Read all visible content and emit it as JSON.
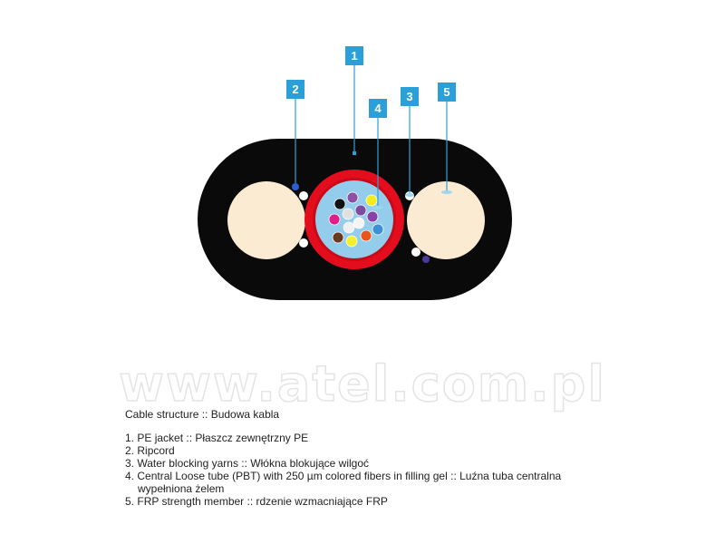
{
  "watermark": "www.atel.com.pl",
  "callouts": [
    "1",
    "2",
    "3",
    "4",
    "5"
  ],
  "legend": {
    "title": "Cable structure :: Budowa kabla",
    "items": [
      {
        "num": "1.",
        "text": "PE jacket  ::  Płaszcz zewnętrzny PE",
        "cont": ""
      },
      {
        "num": "2.",
        "text": "Ripcord",
        "cont": ""
      },
      {
        "num": "3.",
        "text": "Water blocking yarns  ::  Włókna blokujące wilgoć",
        "cont": ""
      },
      {
        "num": "4.",
        "text": "Central Loose tube (PBT) with 250 µm colored fibers in filling gel ::  Luźna tuba centralna",
        "cont": "wypełniona żelem"
      },
      {
        "num": "5.",
        "text": "FRP strength member :: rdzenie wzmacniające FRP",
        "cont": ""
      }
    ]
  },
  "colors": {
    "jacket": "#0a0a0a",
    "strength_member": "#fbebd3",
    "loose_tube": "#e30d1e",
    "filling_gel": "#94ccec",
    "callout": "#2a9fd8",
    "ripcord": "#2d5dcf",
    "yarn": "#4a3b9a"
  },
  "fiber_colors": [
    "#8e4fa6",
    "#111111",
    "#f3ec1b",
    "#df1e8b",
    "#e0e0e0",
    "#7f4aa1",
    "#f5f5f5",
    "#8b40a8",
    "#6b3b20",
    "#f5ef2a",
    "#f0f0f0",
    "#e8561c",
    "#3f8fd6"
  ]
}
